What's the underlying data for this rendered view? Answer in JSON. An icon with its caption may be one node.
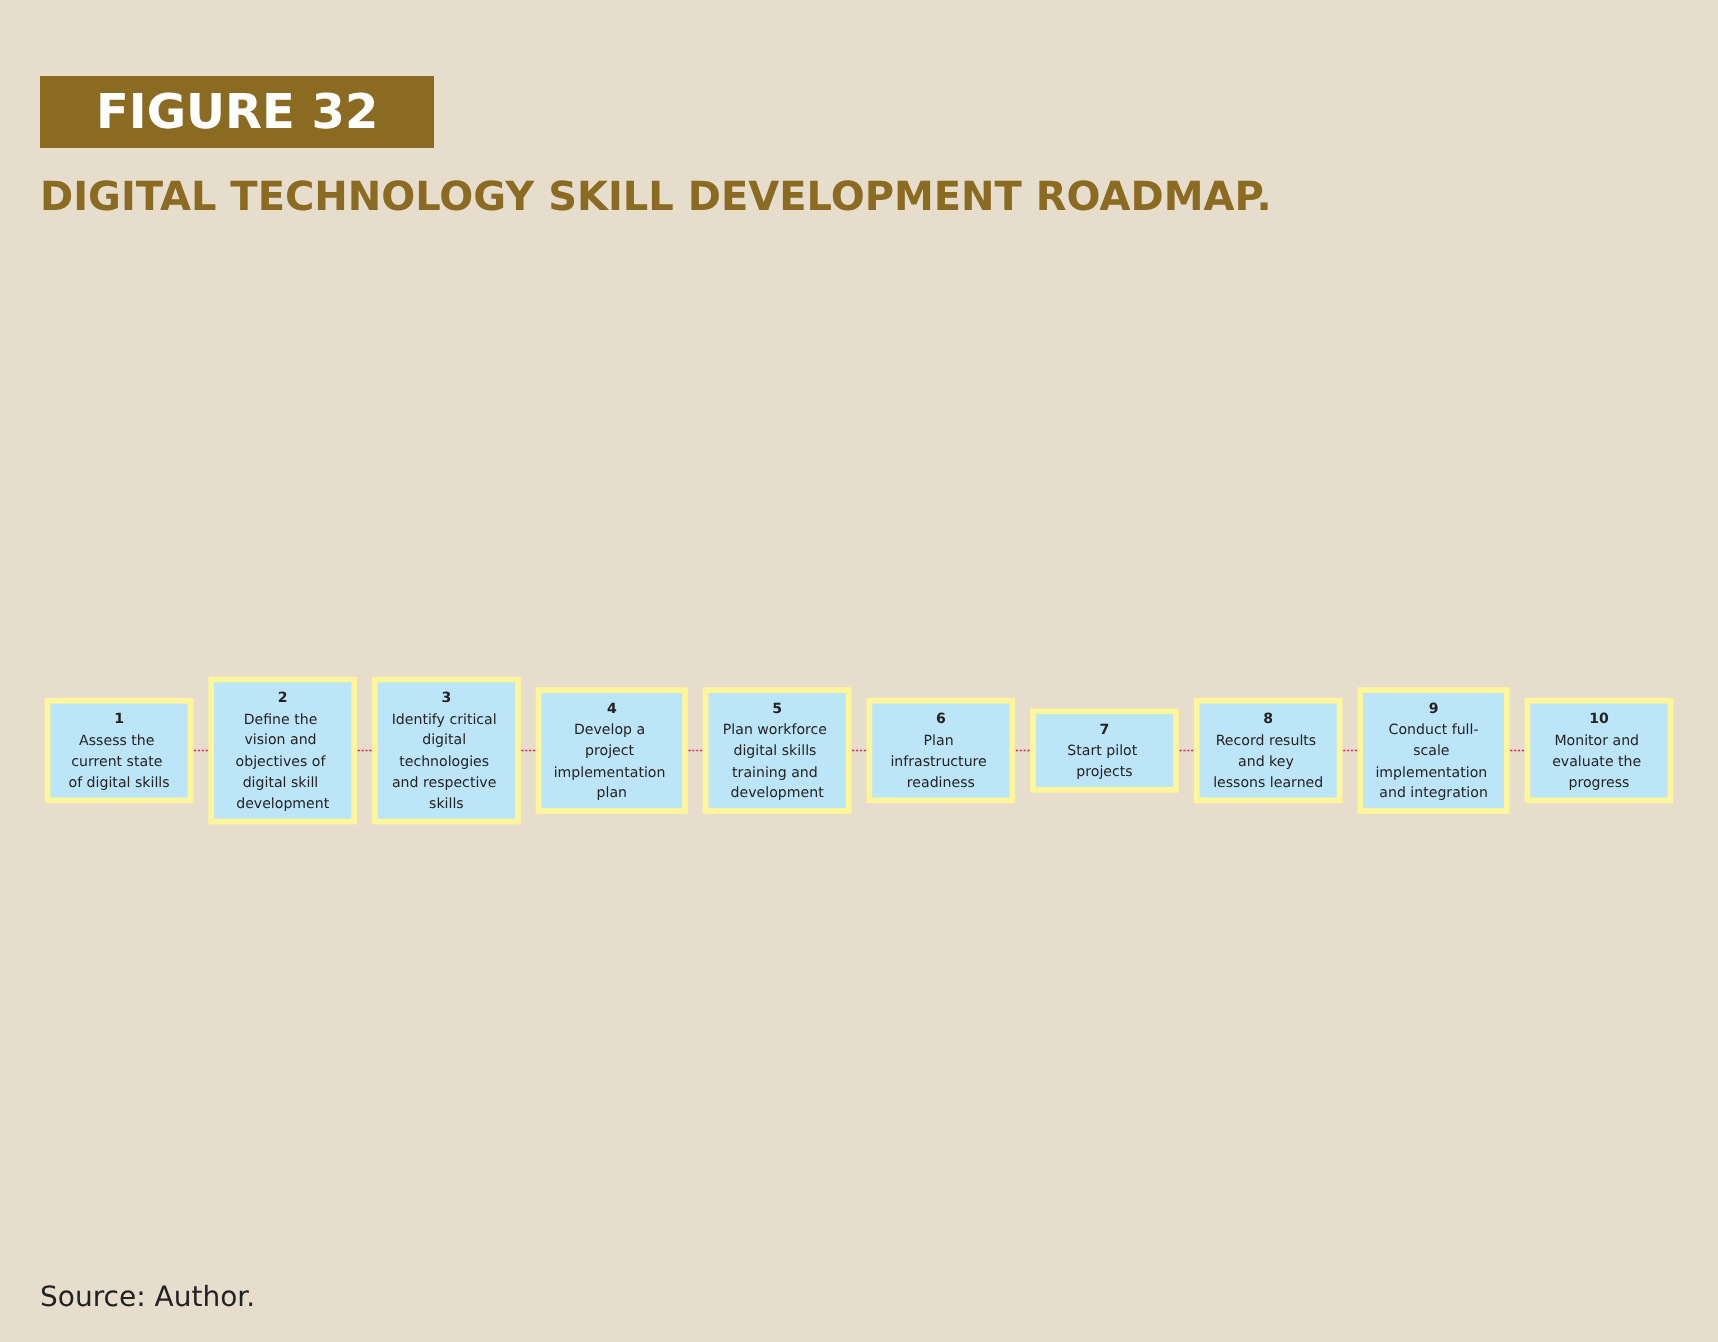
{
  "diagram": {
    "title": "DIGITAL TECHNOLOGY SKILL DEVELOPMENT ROADMAP.",
    "caption": "Source: Author.",
    "labels": [
      "FIGURE 32"
    ],
    "nodes": [
      {
        "text": [
          "1",
          "Assess the current state of digital skills"
        ]
      },
      {
        "text": [
          "2",
          "Define the vision and objectives of digital skill development"
        ]
      },
      {
        "text": [
          "3",
          "Identify critical digital technologies and respective skills"
        ]
      },
      {
        "text": [
          "4",
          "Develop a project implementation plan"
        ]
      },
      {
        "text": [
          "5",
          "Plan workforce digital skills training and development"
        ]
      },
      {
        "text": [
          "6",
          "Plan infrastructure readiness"
        ]
      },
      {
        "text": [
          "7",
          "Start pilot projects"
        ]
      },
      {
        "text": [
          "8",
          "Record results and key lessons learned"
        ]
      },
      {
        "text": [
          "9",
          "Conduct full-scale implementation and integration"
        ]
      },
      {
        "text": [
          "10",
          "Monitor and evaluate the progress"
        ]
      }
    ],
    "edges": [
      {
        "from": 0,
        "to": 1,
        "arrow": "none",
        "style": "dashed"
      },
      {
        "from": 1,
        "to": 2,
        "arrow": "none",
        "style": "dashed"
      },
      {
        "from": 2,
        "to": 3,
        "arrow": "none",
        "style": "dashed"
      },
      {
        "from": 3,
        "to": 4,
        "arrow": "none",
        "style": "dashed"
      },
      {
        "from": 4,
        "to": 5,
        "arrow": "none",
        "style": "dashed"
      },
      {
        "from": 5,
        "to": 6,
        "arrow": "none",
        "style": "dashed"
      },
      {
        "from": 6,
        "to": 7,
        "arrow": "none",
        "style": "dashed"
      },
      {
        "from": 7,
        "to": 8,
        "arrow": "none",
        "style": "dashed"
      },
      {
        "from": 8,
        "to": 9,
        "arrow": "none",
        "style": "dashed"
      }
    ]
  }
}
